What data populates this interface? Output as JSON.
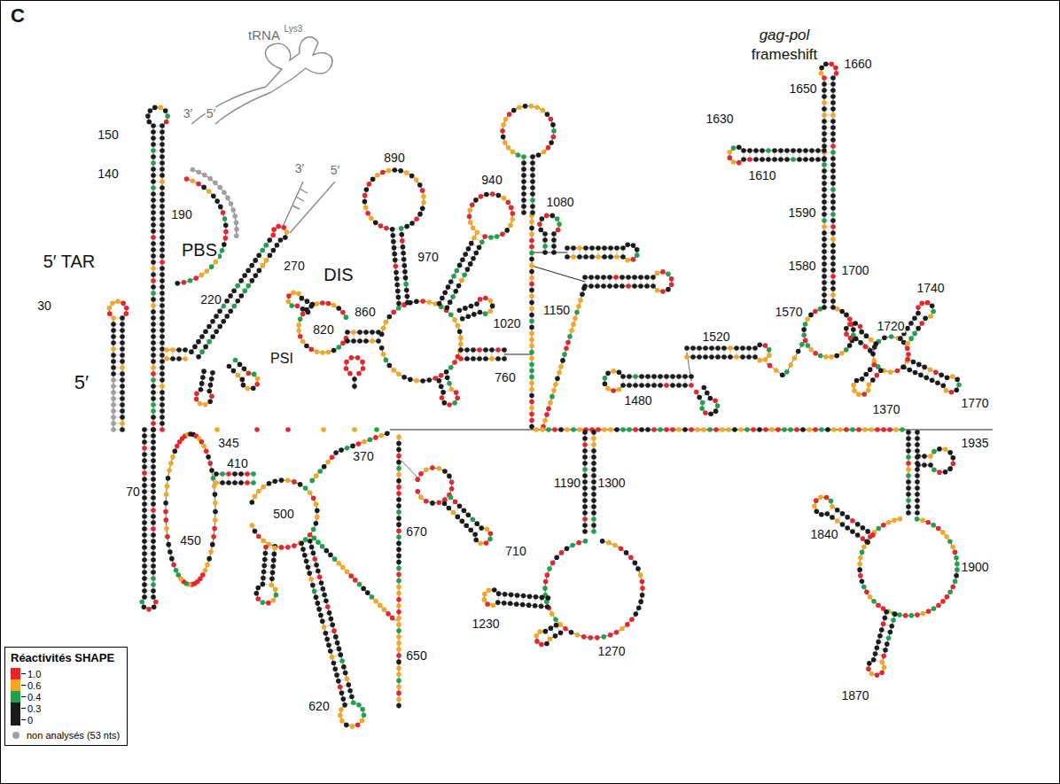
{
  "diagram": {
    "nodes": [
      {
        "text": [
          "Réactivités SHAPE"
        ]
      }
    ],
    "labels": [
      "C",
      "gag-pol",
      "frameshift",
      "tRNA",
      "Lys3",
      "150",
      "1660",
      "1650",
      "890",
      "940",
      "1630",
      "140",
      "3′",
      "5′",
      "1610",
      "190",
      "1080",
      "3′",
      "5′",
      "PBS",
      "DIS",
      "970",
      "1590",
      "1020",
      "270",
      "5′ TAR",
      "220",
      "860",
      "1580",
      "1700",
      "1150",
      "1520",
      "820",
      "30",
      "PSI",
      "1570",
      "1740",
      "1480",
      "1720",
      "760",
      "1770",
      "5′",
      "1370",
      "345",
      "370",
      "410",
      "1935",
      "70",
      "1190",
      "1300",
      "670",
      "710",
      "450",
      "500",
      "1840",
      "1900",
      "1230",
      "1270",
      "650",
      "1870",
      "620"
    ],
    "legend": [
      {
        "text": "1.0",
        "color": "#e5262a"
      },
      {
        "text": "0.6",
        "color": "#f5a623"
      },
      {
        "text": "0.4",
        "color": "#22a04b"
      },
      {
        "text": "0.3",
        "color": "#1b1b1b"
      },
      {
        "text": "0",
        "color": "#1b1b1b"
      },
      {
        "text": "non analysés (53 nts)",
        "color": "#a0a0a0"
      }
    ]
  }
}
